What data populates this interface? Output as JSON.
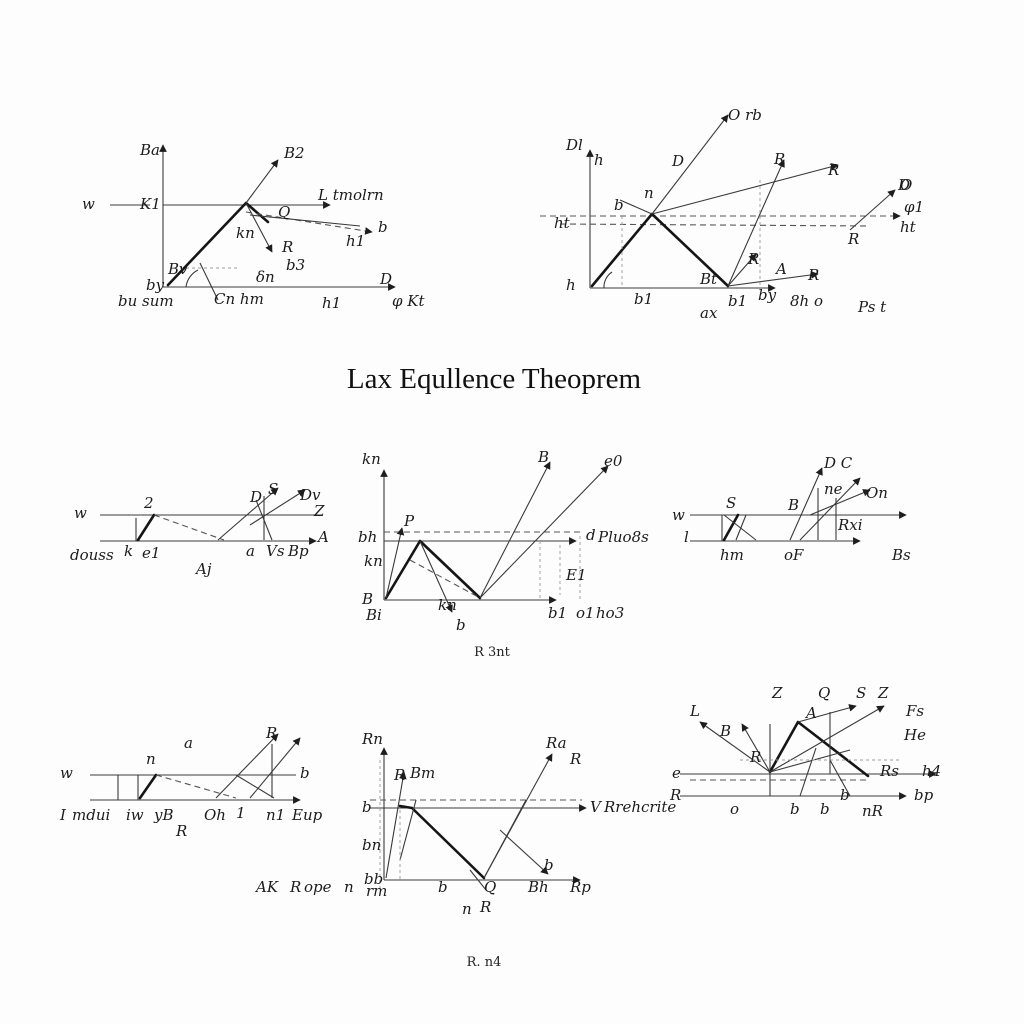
{
  "title": "Lax Equllence Theoprem",
  "captions": {
    "middle": "R 3nt",
    "bottom": "R. n4"
  },
  "diagrams": [
    {
      "id": "top-left",
      "labels": [
        "Ba",
        "B2",
        "w",
        "K1",
        "L tmolrn",
        "Q",
        "kn",
        "h1",
        "b",
        "R",
        "b3",
        "δn",
        "D",
        "by",
        "Bv",
        "Cn hm",
        "h1",
        "φ Kt",
        "bu sum"
      ]
    },
    {
      "id": "top-right",
      "labels": [
        "O rb",
        "D",
        "h",
        "Dl",
        "R",
        "R",
        "b",
        "n",
        "ht",
        "D",
        "ht",
        "O",
        "φ1",
        "R",
        "h",
        "R",
        "A",
        "R",
        "Bt",
        "b1",
        "b1",
        "by",
        "8h o",
        "ax",
        "Ps t"
      ]
    },
    {
      "id": "mid-left",
      "labels": [
        "w",
        "2",
        "S",
        "Dv",
        "D",
        "Z",
        "A",
        "douss",
        "k",
        "e1",
        "Aj",
        "a",
        "Vs",
        "Bp"
      ]
    },
    {
      "id": "mid-center",
      "labels": [
        "kn",
        "B",
        "e0",
        "bh",
        "P",
        "d",
        "Pluo8s",
        "kn",
        "B",
        "Bi",
        "b",
        "kn",
        "b1",
        "o1",
        "ho3",
        "E1"
      ]
    },
    {
      "id": "mid-right",
      "labels": [
        "w",
        "D C",
        "S",
        "B",
        "On",
        "ne",
        "Rxi",
        "l",
        "hm",
        "oF",
        "Bs"
      ]
    },
    {
      "id": "bottom-left",
      "labels": [
        "w",
        "n",
        "a",
        "R",
        "b",
        "I",
        "mdui",
        "iw",
        "yB",
        "Oh",
        "1",
        "n1",
        "Eup",
        "R"
      ]
    },
    {
      "id": "bottom-center",
      "labels": [
        "Rn",
        "Ra",
        "Bm",
        "R",
        "b",
        "V",
        "Rrehcrite",
        "bn",
        "R",
        "bb",
        "b",
        "Q",
        "b",
        "Bh",
        "n",
        "R",
        "Rp",
        "AK",
        "R",
        "ope",
        "n",
        "rm"
      ]
    },
    {
      "id": "bottom-right",
      "labels": [
        "Z",
        "Q",
        "S",
        "Z",
        "A",
        "L",
        "R",
        "e",
        "R",
        "Rs",
        "o",
        "b",
        "b",
        "b",
        "nR",
        "He",
        "Fs",
        "h4",
        "bp",
        "B"
      ]
    }
  ]
}
